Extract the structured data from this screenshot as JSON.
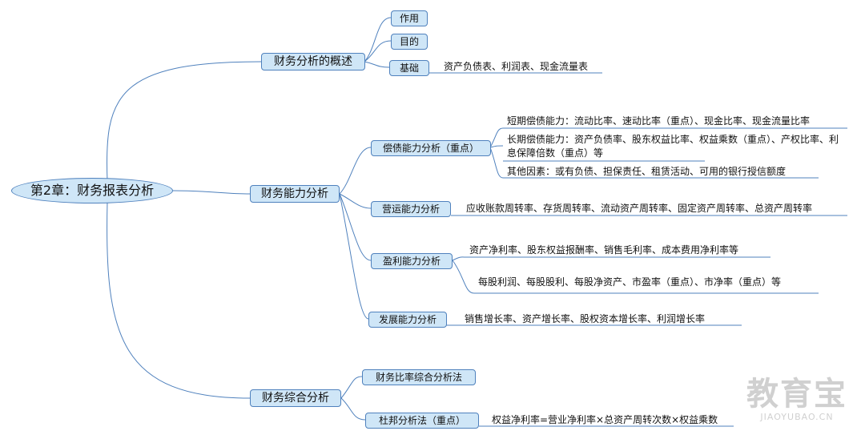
{
  "root": {
    "label": "第2章：财务报表分析"
  },
  "branches": [
    {
      "label": "财务分析的概述",
      "children": [
        {
          "label": "作用"
        },
        {
          "label": "目的"
        },
        {
          "label": "基础",
          "details": [
            "资产负债表、利润表、现金流量表"
          ]
        }
      ]
    },
    {
      "label": "财务能力分析",
      "children": [
        {
          "label": "偿债能力分析（重点）",
          "details": [
            "短期偿债能力：流动比率、速动比率（重点）、现金比率、现金流量比率",
            "长期偿债能力：资产负债率、股东权益比率、权益乘数（重点）、产权比率、利息保障倍数（重点）等",
            "其他因素：或有负债、担保责任、租赁活动、可用的银行授信额度"
          ]
        },
        {
          "label": "营运能力分析",
          "details": [
            "应收账款周转率、存货周转率、流动资产周转率、固定资产周转率、总资产周转率"
          ]
        },
        {
          "label": "盈利能力分析",
          "details": [
            "资产净利率、股东权益报酬率、销售毛利率、成本费用净利率等",
            "每股利润、每股股利、每股净资产、市盈率（重点）、市净率（重点）等"
          ]
        },
        {
          "label": "发展能力分析",
          "details": [
            "销售增长率、资产增长率、股权资本增长率、利润增长率"
          ]
        }
      ]
    },
    {
      "label": "财务综合分析",
      "children": [
        {
          "label": "财务比率综合分析法"
        },
        {
          "label": "杜邦分析法（重点）",
          "details": [
            "权益净利率=营业净利率×总资产周转次数×权益乘数"
          ]
        }
      ]
    }
  ],
  "watermark": {
    "text": "教育宝",
    "domain": "JIAOYUBAO.CN"
  },
  "colors": {
    "node_fill": "#cfe6f7",
    "node_border": "#4f81bd",
    "line": "#4f81bd"
  }
}
